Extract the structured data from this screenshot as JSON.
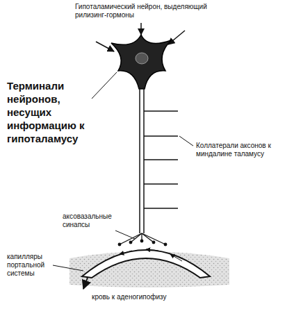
{
  "diagram": {
    "labels": [
      "Гипоталамический нейрон, выделяющий рилизинг-гормоны",
      "Терминали нейронов, несущих информацию к гипоталамусу",
      "Коллатерали аксонов к миндалине таламусу",
      "аксовазальные синапсы",
      "капилляры портальной системы",
      "кровь к аденогипофизу"
    ]
  }
}
